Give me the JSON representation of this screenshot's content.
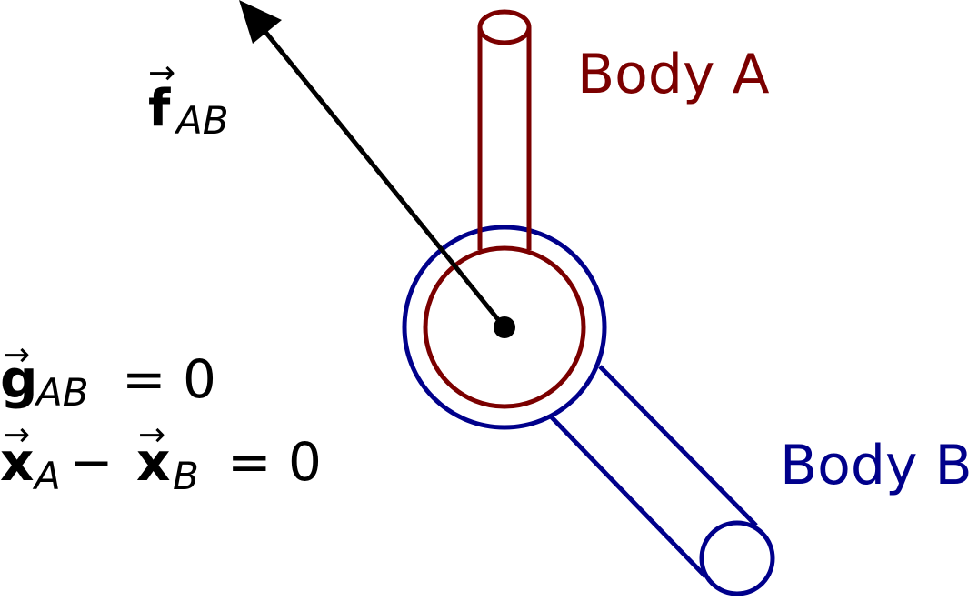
{
  "labels": {
    "body_a": "Body A",
    "body_b": "Body B"
  },
  "force": {
    "symbol": "f",
    "subscript": "AB",
    "vector_mark": "→"
  },
  "constraint": {
    "symbol": "g",
    "subscript": "AB",
    "vector_mark": "→",
    "relation": "= 0"
  },
  "equation": {
    "lhs_symbol": "x",
    "lhs_subscript": "A",
    "operator": "−",
    "rhs_symbol": "x",
    "rhs_subscript": "B",
    "vector_mark": "→",
    "relation": "= 0"
  },
  "colors": {
    "body_a": "#7b0000",
    "body_b": "#00008b",
    "arrow": "#000000"
  }
}
